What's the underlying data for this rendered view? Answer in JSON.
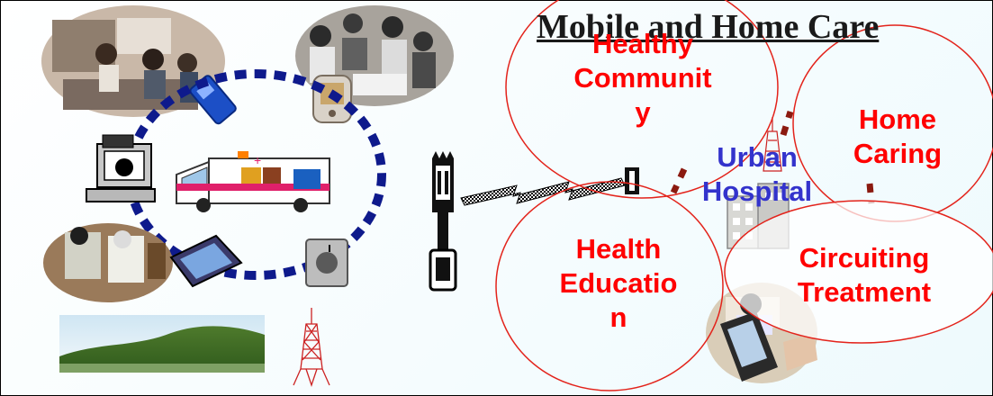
{
  "title": "Mobile and Home Care",
  "bubbles": {
    "community": "Healthy\nCommunit\ny",
    "home_caring": "Home\nCaring",
    "health_education": "Health\nEducatio\nn",
    "circuiting_treatment": "Circuiting\nTreatment"
  },
  "hospital_label": "Urban\nHospital",
  "colors": {
    "bubble_stroke": "#e3231b",
    "bubble_text": "#ff0000",
    "hospital_text": "#3333cc",
    "loop_dash": "#0e1a8c",
    "link_dash": "#8b1a10"
  }
}
